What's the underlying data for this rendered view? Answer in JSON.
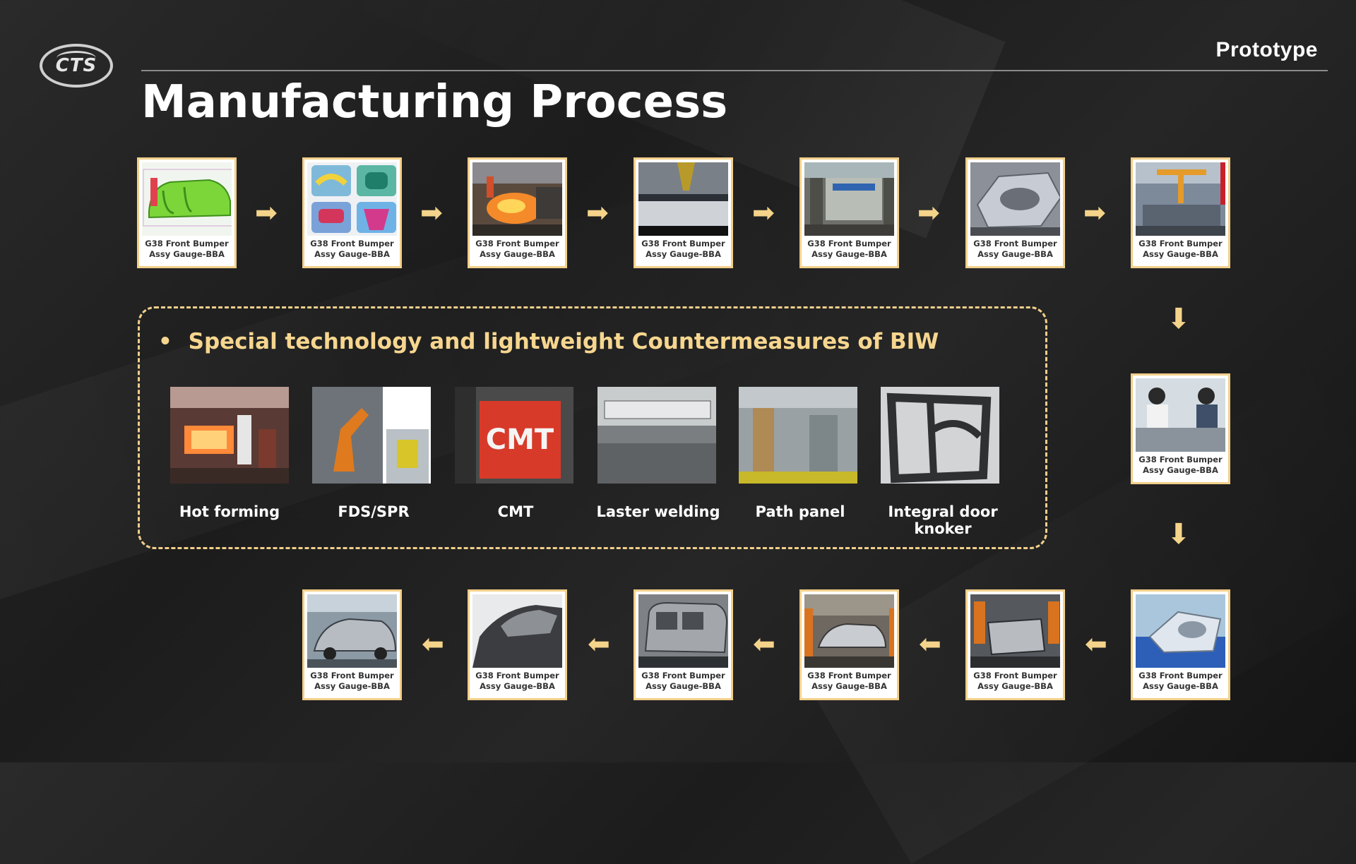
{
  "header": {
    "logo_text": "CTS",
    "badge": "Prototype",
    "title": "Manufacturing Process"
  },
  "process_steps": [
    {
      "caption": "G38 Front Bumper Assy Gauge-BBA",
      "icon": "cad-model-thumbnail"
    },
    {
      "caption": "G38 Front Bumper Assy Gauge-BBA",
      "icon": "die-design-thumbnail"
    },
    {
      "caption": "G38 Front Bumper Assy Gauge-BBA",
      "icon": "casting-thumbnail"
    },
    {
      "caption": "G38 Front Bumper Assy Gauge-BBA",
      "icon": "machining-thumbnail"
    },
    {
      "caption": "G38 Front Bumper Assy Gauge-BBA",
      "icon": "stamping-press-thumbnail"
    },
    {
      "caption": "G38 Front Bumper Assy Gauge-BBA",
      "icon": "stamped-part-thumbnail"
    },
    {
      "caption": "G38 Front Bumper Assy Gauge-BBA",
      "icon": "welding-line-thumbnail"
    },
    {
      "caption": "G38 Front Bumper Assy Gauge-BBA",
      "icon": "inspection-thumbnail"
    },
    {
      "caption": "G38 Front Bumper Assy Gauge-BBA",
      "icon": "checking-fixture-thumbnail"
    },
    {
      "caption": "G38 Front Bumper Assy Gauge-BBA",
      "icon": "robot-welding-thumbnail"
    },
    {
      "caption": "G38 Front Bumper Assy Gauge-BBA",
      "icon": "body-assembly-thumbnail"
    },
    {
      "caption": "G38 Front Bumper Assy Gauge-BBA",
      "icon": "body-in-white-thumbnail"
    },
    {
      "caption": "G38 Front Bumper Assy Gauge-BBA",
      "icon": "painted-body-thumbnail"
    },
    {
      "caption": "G38 Front Bumper Assy Gauge-BBA",
      "icon": "final-assembly-thumbnail"
    }
  ],
  "special_tech": {
    "heading": "Special technology and lightweight Countermeasures of BIW",
    "items": [
      {
        "label": "Hot forming",
        "icon": "hot-forming-photo"
      },
      {
        "label": "FDS/SPR",
        "icon": "fds-spr-photo"
      },
      {
        "label": "CMT",
        "icon": "cmt-welder-photo"
      },
      {
        "label": "Laster welding",
        "icon": "laser-welding-photo"
      },
      {
        "label": "Path panel",
        "icon": "patch-panel-photo"
      },
      {
        "label": "Integral door knoker",
        "icon": "door-knocker-photo"
      }
    ]
  },
  "colors": {
    "accent": "#f2cf8a",
    "heading_accent": "#f6d68f",
    "background": "#1f1f1f"
  }
}
